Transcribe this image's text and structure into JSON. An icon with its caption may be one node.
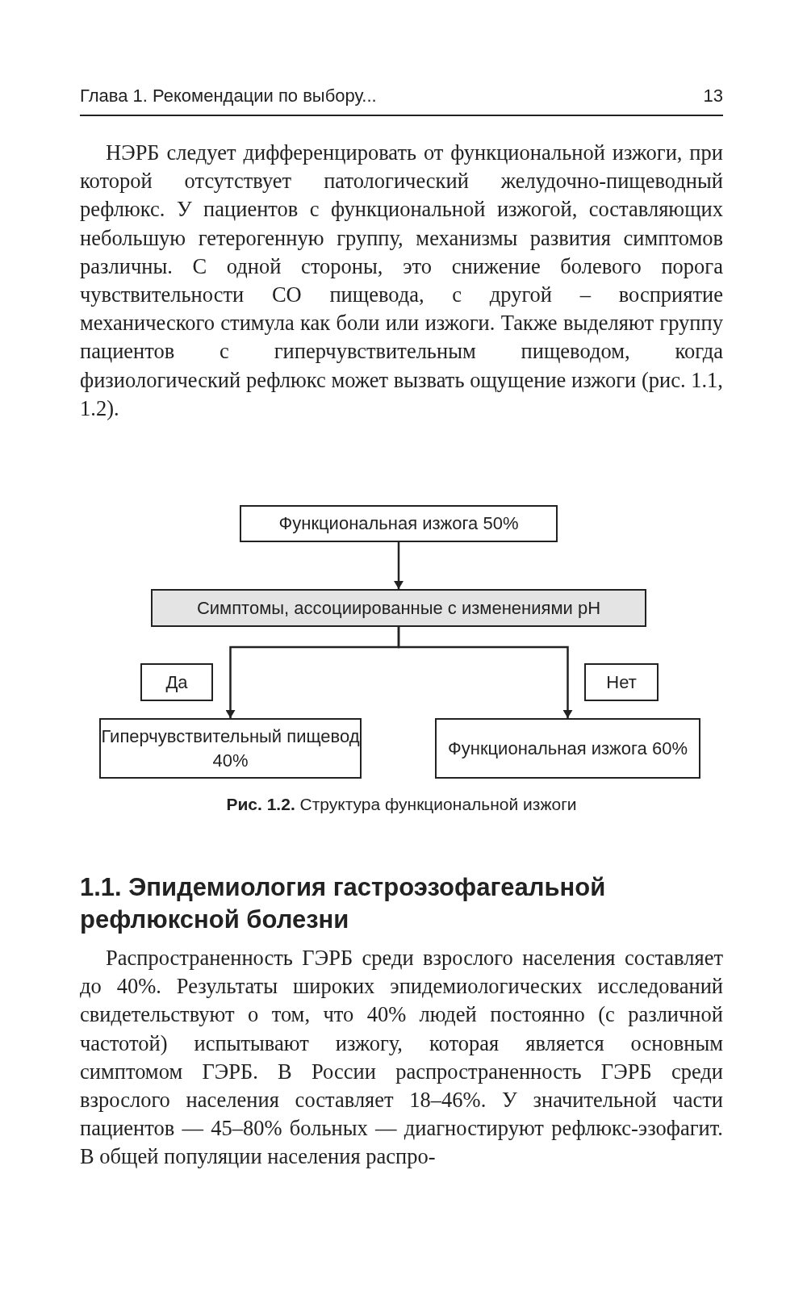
{
  "diagram": {
    "caption": "**Рис. 1.2.** Структура функциональной изжоги",
    "nodes": [
      {
        "text": [
          "Функциональная изжога 50%"
        ]
      },
      {
        "text": [
          "Симптомы, ассоциированные с изменениями pH"
        ]
      },
      {
        "text": [
          "Да"
        ]
      },
      {
        "text": [
          "Нет"
        ]
      },
      {
        "text": [
          "Гиперчувствительный пищевод 40%"
        ]
      },
      {
        "text": [
          "Функциональная изжога 60%"
        ]
      }
    ],
    "edges": [
      {
        "from": 0,
        "to": 1,
        "arrow": "to"
      },
      {
        "from": 1,
        "to": 4,
        "arrow": "to"
      },
      {
        "from": 1,
        "to": 5,
        "arrow": "to"
      }
    ],
    "labels": [
      "Глава 1. Рекомендации по выбору...",
      "13",
      "НЭРБ следует дифференцировать от функциональной изжоги, при которой отсутствует патологический желудочно-пищеводный рефлюкс. У пациентов с функциональной изжогой, составляющих небольшую гетерогенную группу, механизмы развития симптомов различны. С одной стороны, это снижение болевого порога чувствительности СО пищевода, с другой – восприятие механического стимула как боли или изжоги. Также выделяют группу пациентов с гиперчувствительным пищеводом, когда физиологический рефлюкс может вызвать ощущение изжоги (рис. 1.1, 1.2).",
      "1.1. Эпидемиология гастроэзофагеальной рефлюксной болезни",
      "Распространенность ГЭРБ среди взрослого населения составляет до 40%. Результаты широких эпидемиологических исследований свидетельствуют о том, что 40% людей постоянно (с различной частотой) испытывают изжогу, которая является основным симптомом ГЭРБ. В России распространенность ГЭРБ среди взрослого населения составляет 18–46%. У значительной части пациентов — 45–80% больных — диагностируют рефлюкс-эзофагит. В общей популяции населения распро-"
    ]
  }
}
